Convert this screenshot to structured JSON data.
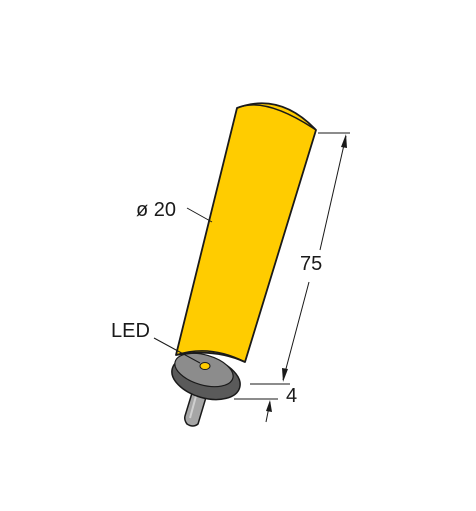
{
  "labels": {
    "diameter": "ø 20",
    "led": "LED",
    "length": "75",
    "offset": "4"
  },
  "colors": {
    "body": "#FFCC00",
    "outline": "#1a1a1a",
    "cap_grey": "#8c8c8c",
    "cap_dark": "#5a5a5a",
    "cable": "#a6a6a6",
    "led": "#FFCC00"
  }
}
